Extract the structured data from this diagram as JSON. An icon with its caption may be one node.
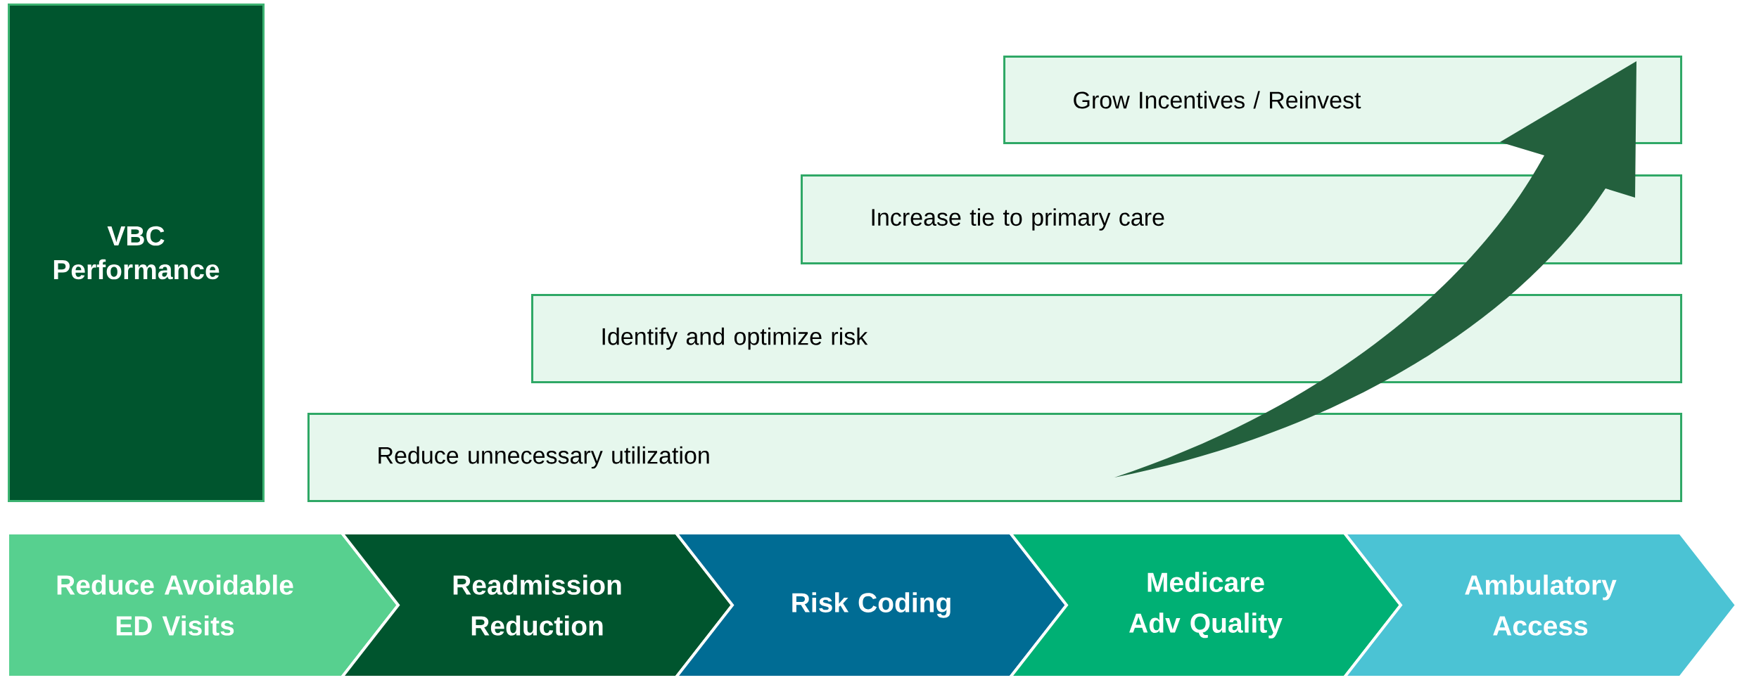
{
  "diagram": {
    "nodes": [
      {
        "text": [
          "VBC Performance"
        ]
      },
      {
        "text": [
          "Grow Incentives / Reinvest"
        ]
      },
      {
        "text": [
          "Increase tie to primary care"
        ]
      },
      {
        "text": [
          "Identify and optimize risk"
        ]
      },
      {
        "text": [
          "Reduce unnecessary utilization"
        ]
      },
      {
        "text": [
          "Reduce Avoidable ED Visits"
        ]
      },
      {
        "text": [
          "Readmission Reduction"
        ]
      },
      {
        "text": [
          "Risk Coding"
        ]
      },
      {
        "text": [
          "Medicare Adv Quality"
        ]
      },
      {
        "text": [
          "Ambulatory Access"
        ]
      }
    ]
  }
}
